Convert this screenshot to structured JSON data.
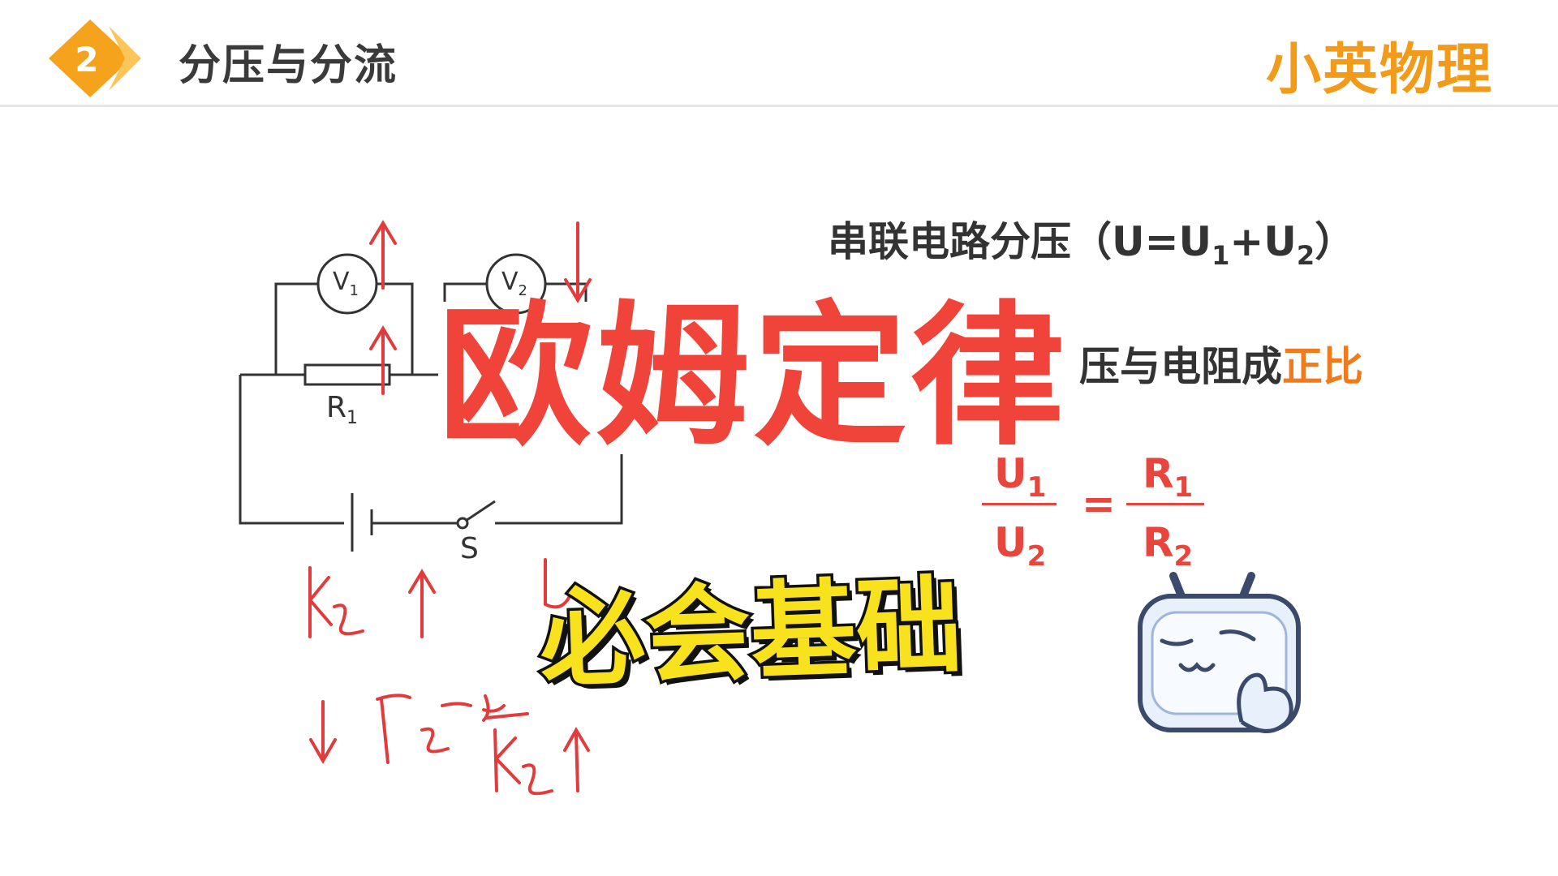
{
  "header": {
    "section_number": "2",
    "section_title": "分压与分流",
    "brand": "小英物理"
  },
  "circuit": {
    "v1_label": "V",
    "v1_sub": "1",
    "v2_label": "V",
    "v2_sub": "2",
    "r1_label": "R",
    "r1_sub": "1",
    "switch_label": "S"
  },
  "rules": {
    "line1_prefix": "串联电路分压（U=U",
    "line1_sub1": "1",
    "line1_mid": "+U",
    "line1_sub2": "2",
    "line1_suffix": "）",
    "line2_visible": "压与电阻成",
    "line2_highlight": "正比"
  },
  "formula": {
    "num_left": "U",
    "num_left_sub": "1",
    "den_left": "U",
    "den_left_sub": "2",
    "equals": "=",
    "num_right": "R",
    "num_right_sub": "1",
    "den_right": "R",
    "den_right_sub": "2"
  },
  "overlay": {
    "title": "欧姆定律",
    "subtitle": "必会基础"
  },
  "colors": {
    "accent_orange": "#f29a1a",
    "title_red": "#f0443a",
    "subtitle_yellow": "#f8e21e",
    "handwriting_red": "#e23b3b",
    "formula_red": "#e8453c"
  }
}
